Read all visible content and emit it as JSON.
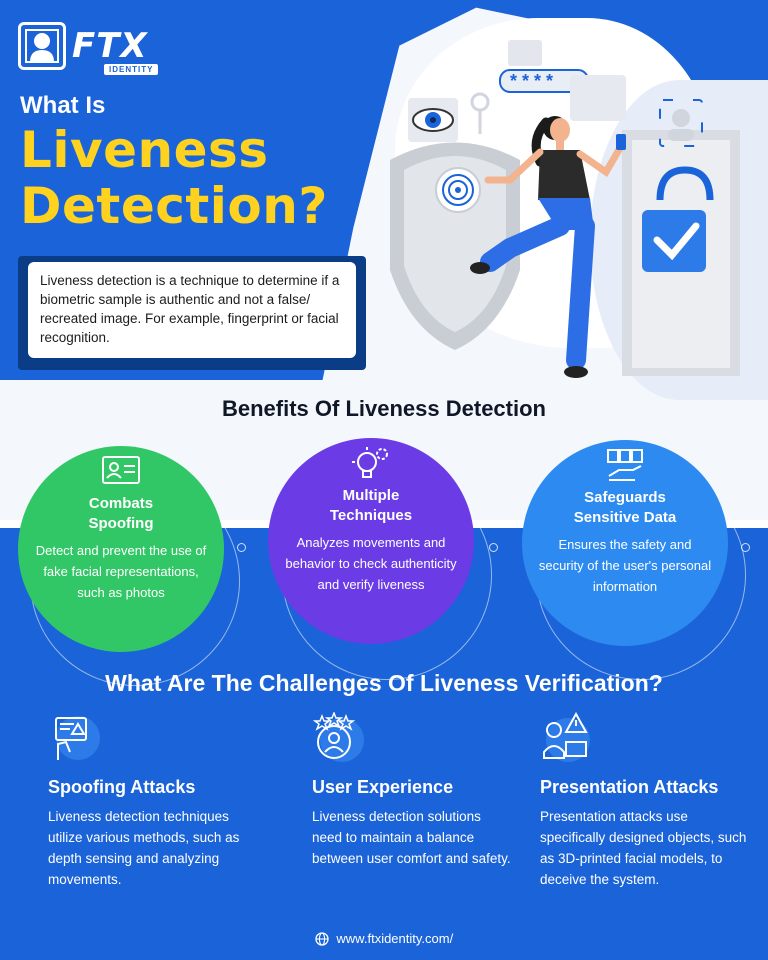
{
  "brand": {
    "logo_text": "FTX",
    "logo_sub": "IDENTITY"
  },
  "hero": {
    "title_small": "What Is",
    "title_line1": "Liveness",
    "title_line2": "Detection?",
    "intro": "Liveness detection is a technique to determine if a biometric sample is authentic and not a false/ recreated image. For example, fingerprint or facial recognition.",
    "password_mask": "* * * *"
  },
  "benefits": {
    "title": "Benefits Of Liveness Detection",
    "items": [
      {
        "icon": "id-card-icon",
        "title": "Combats Spoofing",
        "text": "Detect and prevent the use of fake facial representations, such as photos",
        "color": "#32c766"
      },
      {
        "icon": "lightbulb-gear-icon",
        "title": "Multiple Techniques",
        "text": "Analyzes movements and behavior to check authenticity and verify liveness",
        "color": "#6b3ce6"
      },
      {
        "icon": "data-hand-icon",
        "title": "Safeguards Sensitive Data",
        "text": "Ensures the safety and security of the user's personal information",
        "color": "#2d8af0"
      }
    ]
  },
  "challenges": {
    "title": "What Are The Challenges Of Liveness Verification?",
    "items": [
      {
        "icon": "spoofing-icon",
        "title": "Spoofing Attacks",
        "text": "Liveness detection techniques utilize various methods, such as depth sensing and analyzing movements."
      },
      {
        "icon": "user-experience-icon",
        "title": "User Experience",
        "text": "Liveness detection solutions need to maintain a balance between user comfort and safety."
      },
      {
        "icon": "presentation-attack-icon",
        "title": "Presentation Attacks",
        "text": "Presentation attacks use specifically designed objects, such as 3D-printed facial models, to deceive the system."
      }
    ]
  },
  "footer": {
    "icon": "globe-icon",
    "url": "www.ftxidentity.com/"
  }
}
